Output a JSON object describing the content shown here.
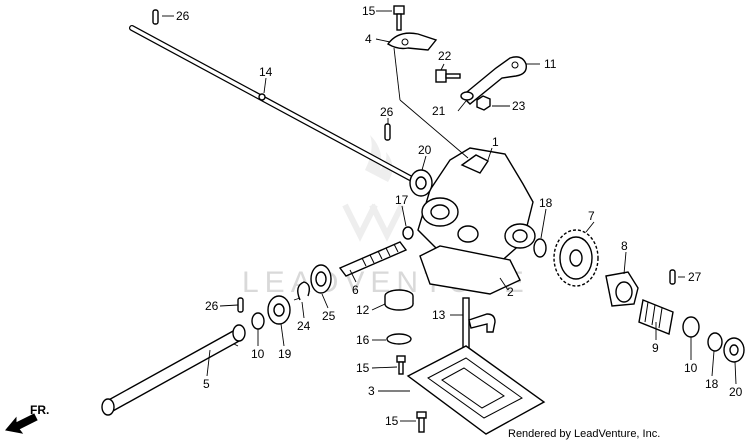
{
  "diagram": {
    "watermark": "LEADVENTURE",
    "credit": "Rendered by LeadVenture, Inc.",
    "direction_label": "FR.",
    "callouts": {
      "c26a": "26",
      "c15a": "15",
      "c4": "4",
      "c22": "22",
      "c11": "11",
      "c14": "14",
      "c21": "21",
      "c23": "23",
      "c26b": "26",
      "c1": "1",
      "c20a": "20",
      "c17": "17",
      "c18a": "18",
      "c7": "7",
      "c8": "8",
      "c27": "27",
      "c2": "2",
      "c6": "6",
      "c25": "25",
      "c12": "12",
      "c13": "13",
      "c26c": "26",
      "c24": "24",
      "c16": "16",
      "c9": "9",
      "c10a": "10",
      "c19": "19",
      "c15b": "15",
      "c10b": "10",
      "c18b": "18",
      "c20b": "20",
      "c5": "5",
      "c3": "3",
      "c15c": "15"
    }
  }
}
